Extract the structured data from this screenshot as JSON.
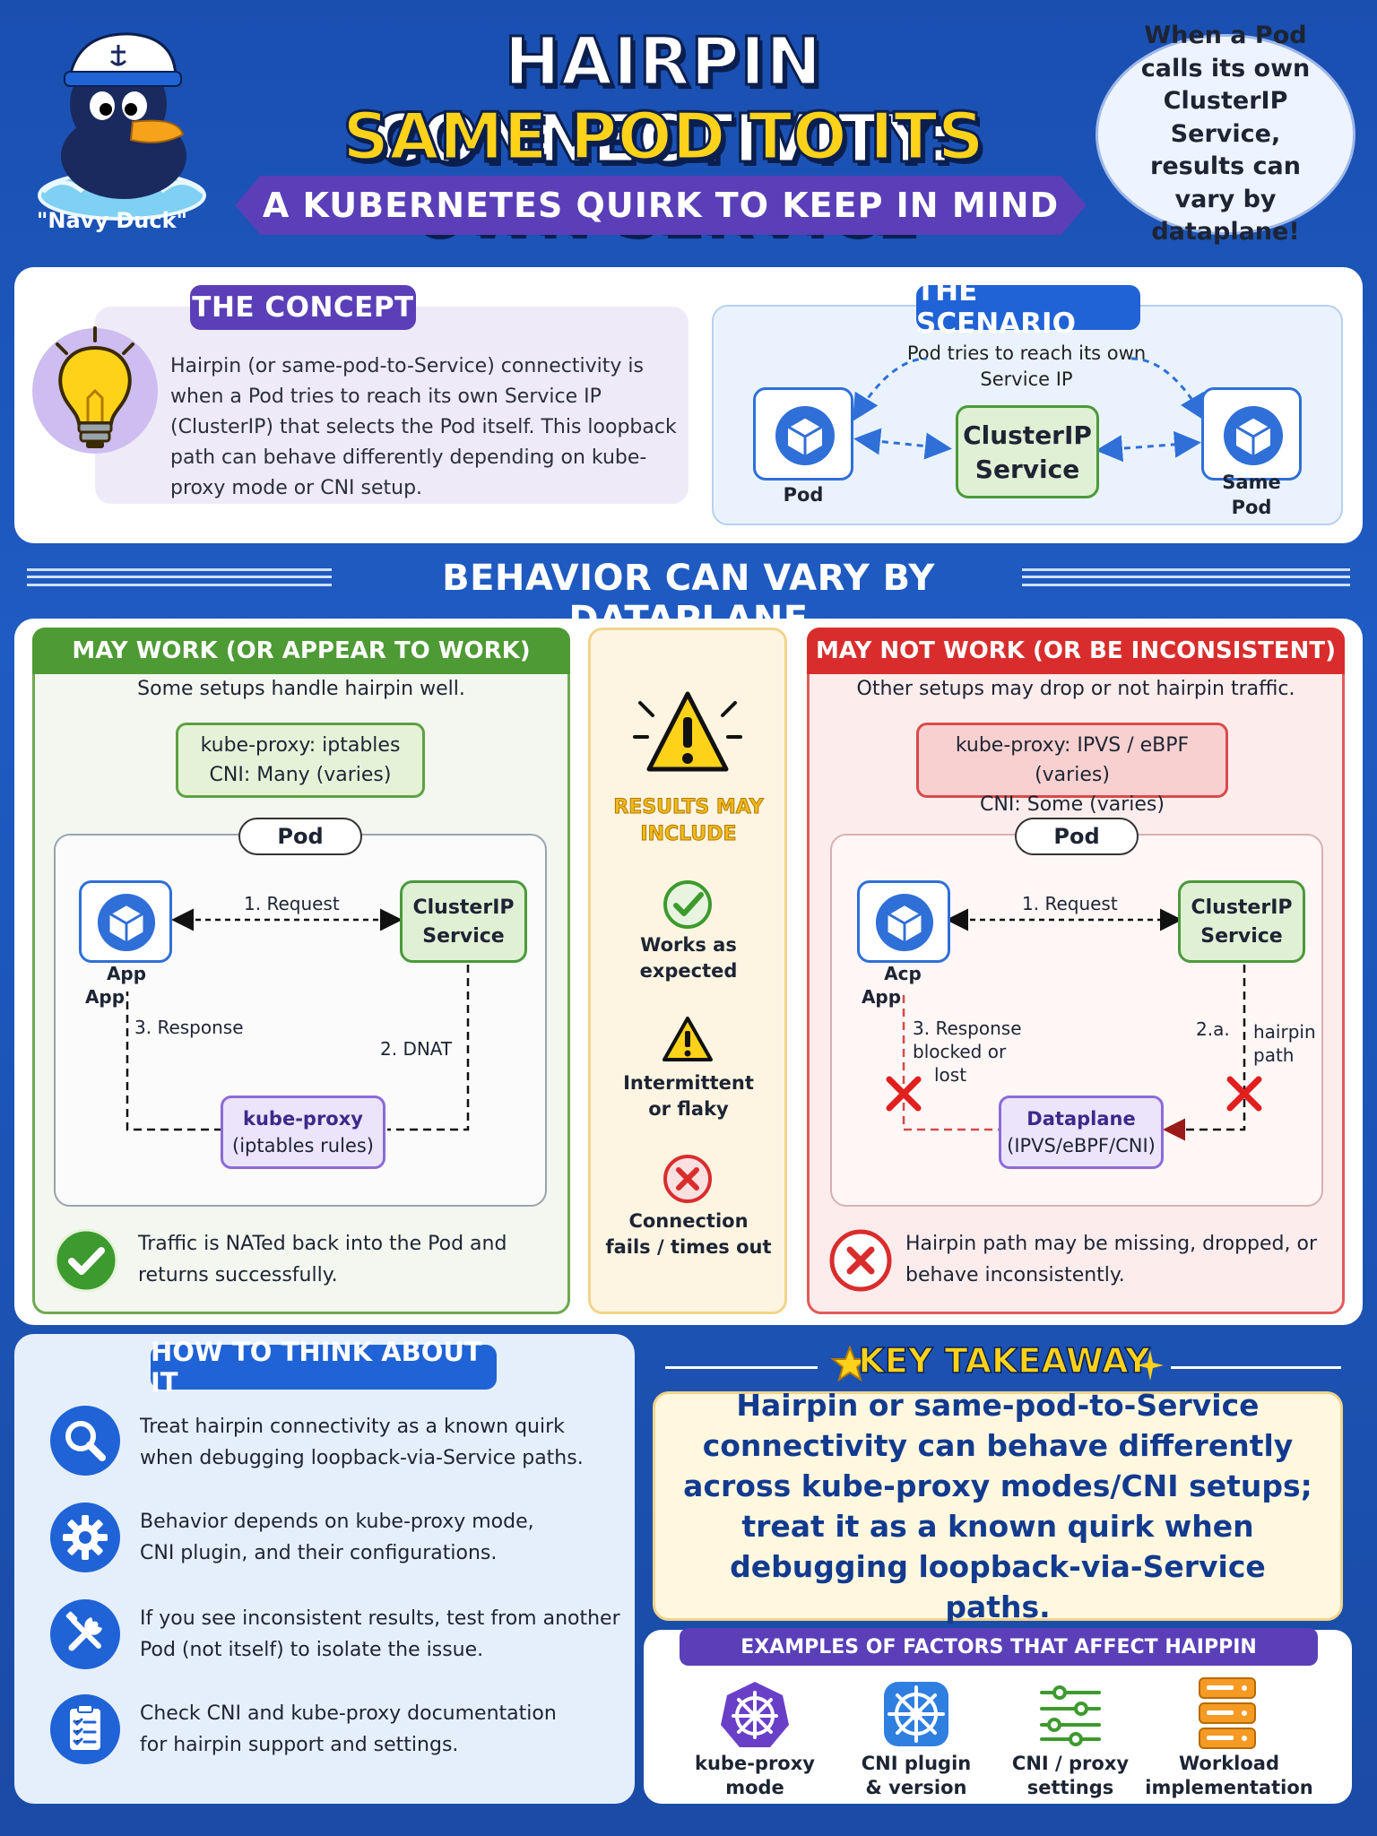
{
  "header": {
    "mascot_label": "\"Navy Duck\"",
    "title_line1": "HAIRPIN CONNECTIVITY:",
    "title_line2": "SAME POD TO ITS OWN SERVICE",
    "subtitle": "A KUBERNETES QUIRK TO KEEP IN MIND",
    "bubble_text": "When a Pod calls its own ClusterIP Service, results can vary by dataplane!"
  },
  "concept": {
    "title": "THE CONCEPT",
    "text": "Hairpin (or same-pod-to-Service) connectivity is when a Pod tries to reach its own Service IP (ClusterIP) that selects the Pod itself. This loopback path can behave differently depending on kube-proxy mode or CNI setup."
  },
  "scenario": {
    "title": "THE SCENARIO",
    "caption": "Pod tries to reach its own Service IP",
    "pod_label": "Pod",
    "service_line1": "ClusterIP",
    "service_line2": "Service",
    "same_pod_line1": "Same",
    "same_pod_line2": "Pod"
  },
  "behavior": {
    "section_title": "BEHAVIOR CAN VARY BY DATAPLANE",
    "works": {
      "header": "MAY WORK (OR APPEAR TO WORK)",
      "sub": "Some setups handle hairpin well.",
      "tag_line1": "kube-proxy: iptables",
      "tag_line2": "CNI: Many (varies)",
      "pod": "Pod",
      "app": "App",
      "app2": "App",
      "service_line1": "ClusterIP",
      "service_line2": "Service",
      "step1": "1. Request",
      "step2": "2. DNAT",
      "step3": "3. Response",
      "kp_line1": "kube-proxy",
      "kp_line2": "(iptables rules)",
      "note": "Traffic is NATed back into the Pod and returns successfully."
    },
    "results": {
      "title_line1": "RESULTS MAY",
      "title_line2": "INCLUDE",
      "r1_line1": "Works as",
      "r1_line2": "expected",
      "r2_line1": "Intermittent",
      "r2_line2": "or flaky",
      "r3_line1": "Connection",
      "r3_line2": "fails / times out"
    },
    "fails": {
      "header": "MAY NOT WORK (OR BE INCONSISTENT)",
      "sub": "Other setups may drop or not hairpin traffic.",
      "tag_line1": "kube-proxy: IPVS / eBPF (varies)",
      "tag_line2": "CNI: Some (varies)",
      "pod": "Pod",
      "app": "Acp",
      "app2": "App",
      "service_line1": "ClusterIP",
      "service_line2": "Service",
      "step1": "1. Request",
      "step2": "2.a.",
      "hairpin_line1": "hairpin",
      "hairpin_line2": "path",
      "step3_line1": "3. Response",
      "step3_line2": "blocked or",
      "step3_line3": "lost",
      "dp_line1": "Dataplane",
      "dp_line2": "(IPVS/eBPF/CNI)",
      "note": "Hairpin path may be missing, dropped, or behave inconsistently."
    }
  },
  "think": {
    "title": "HOW TO THINK ABOUT IT",
    "tips": [
      {
        "icon": "search-icon",
        "line1": "Treat hairpin connectivity as a known quirk",
        "line2": "when debugging loopback-via-Service paths."
      },
      {
        "icon": "gear-icon",
        "line1": "Behavior depends on kube-proxy mode,",
        "line2": "CNI plugin, and their configurations."
      },
      {
        "icon": "tools-icon",
        "line1": "If you see inconsistent results, test from another",
        "line2": "Pod (not itself) to isolate the issue."
      },
      {
        "icon": "checklist-icon",
        "line1": "Check CNI and kube-proxy documentation",
        "line2": "for hairpin support and settings."
      }
    ]
  },
  "takeaway": {
    "title": "KEY TAKEAWAY",
    "text": "Hairpin or same-pod-to-Service connectivity can behave differently across kube-proxy modes/CNI setups; treat it as a known quirk when debugging loopback-via-Service paths."
  },
  "factors": {
    "title": "EXAMPLES OF FACTORS THAT AFFECT HAIPPIN",
    "items": [
      {
        "line1": "kube-proxy",
        "line2": "mode"
      },
      {
        "line1": "CNI plugin",
        "line2": "& version"
      },
      {
        "line1": "CNI / proxy",
        "line2": "settings"
      },
      {
        "line1": "Workload",
        "line2": "implementation"
      }
    ]
  },
  "colors": {
    "background": "#1e5bc2",
    "purple": "#5a3fb8",
    "yellow": "#ffd21a",
    "green": "#4e9a35",
    "red": "#d92d2d",
    "blue": "#1f63d6"
  }
}
